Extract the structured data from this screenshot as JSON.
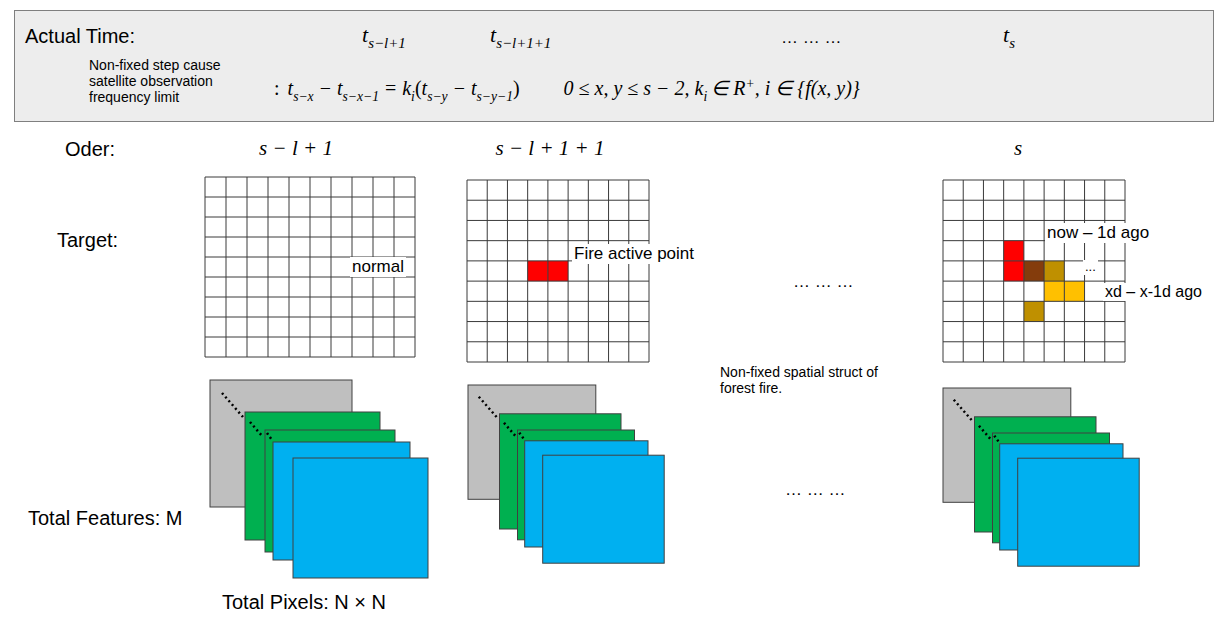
{
  "diagram": {
    "nodes": [
      {
        "text": [
          "Actual Time:",
          "Non-fixed step cause satellite observation frequency limit"
        ]
      },
      {
        "text": [
          "normal"
        ]
      },
      {
        "text": [
          "Fire active point"
        ]
      },
      {
        "text": [
          "now – 1d ago",
          "...",
          "xd – x-1d ago"
        ]
      }
    ],
    "labels": [
      "t",
      "s−l+1",
      "t",
      "s−l+1+1",
      "… … …",
      "t",
      "s",
      ":",
      "t",
      "s−x",
      "−",
      "t",
      "s−x−1",
      "=",
      "k",
      "i",
      "(",
      "t",
      "s−y",
      "−",
      "t",
      "s−y−1",
      ")",
      "0 ≤ x, y ≤ s − 2, k",
      "i",
      "∈ R",
      "+",
      ", i ∈ {f(x, y)}",
      "Oder:",
      "s − l + 1",
      "s − l + 1 + 1",
      "s",
      "Target:",
      "… … …",
      "Non-fixed spatial struct of forest fire.",
      "… … …",
      "Total Features: M",
      "Total Pixels: N × N"
    ]
  }
}
